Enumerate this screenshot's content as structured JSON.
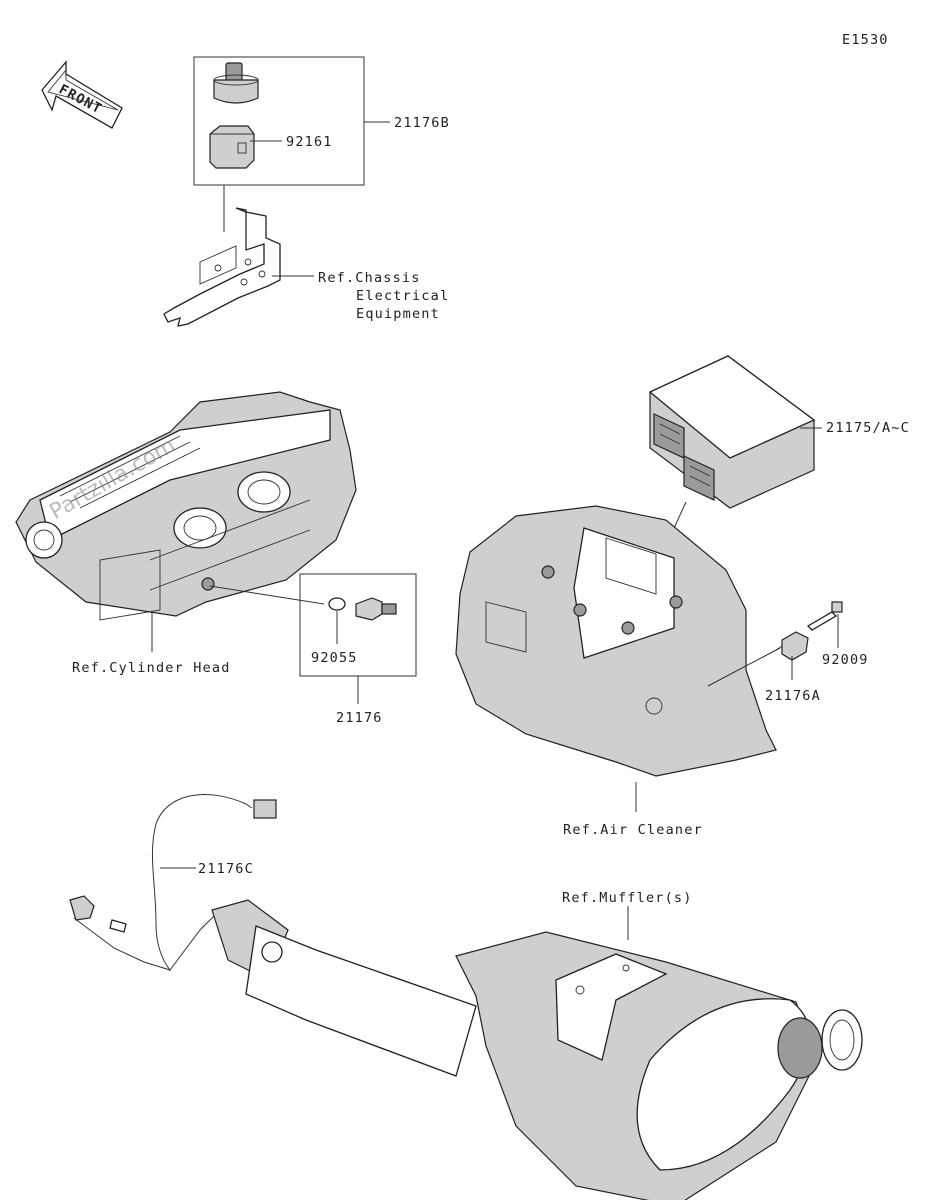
{
  "diagram_code": "E1530",
  "front_arrow_label": "FRONT",
  "watermark": "Partzilla.com",
  "callouts": {
    "part_21176B": "21176B",
    "part_92161": "92161",
    "ref_chassis_1": "Ref.Chassis",
    "ref_chassis_2": "Electrical",
    "ref_chassis_3": "Equipment",
    "part_21175": "21175/A~C",
    "ref_cylinder_head": "Ref.Cylinder Head",
    "part_92055": "92055",
    "part_21176": "21176",
    "part_92009": "92009",
    "part_21176A": "21176A",
    "ref_air_cleaner": "Ref.Air Cleaner",
    "part_21176C": "21176C",
    "ref_muffler": "Ref.Muffler(s)"
  }
}
